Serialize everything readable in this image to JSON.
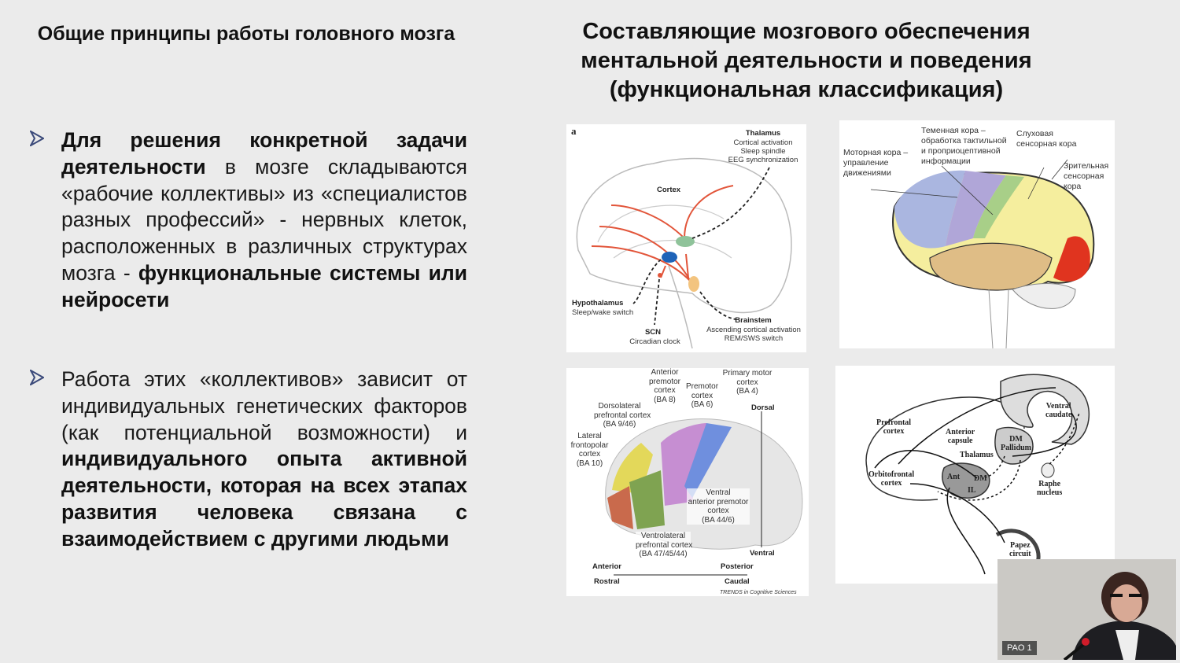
{
  "slide": {
    "title_left": "Общие принципы работы головного мозга",
    "title_right": "Составляющие мозгового обеспечения ментальной деятельности и поведения (функциональная классификация)",
    "bullets": [
      {
        "parts": [
          {
            "bold": true,
            "text": "Для решения конкретной задачи деятельности"
          },
          {
            "bold": false,
            "text": " в мозге складываются «рабочие коллективы» из «специалистов разных профессий» - нервных клеток, расположенных в различных структурах мозга - "
          },
          {
            "bold": true,
            "text": "функциональные системы или нейросети"
          }
        ]
      },
      {
        "parts": [
          {
            "bold": false,
            "text": "Работа этих «коллективов» зависит от индивидуальных генетических факторов (как потенциальной возможности) и "
          },
          {
            "bold": true,
            "text": "индивидуального опыта активной деятельности, которая на всех этапах развития человека связана с взаимодействием с другими людьми"
          }
        ]
      }
    ]
  },
  "figure1": {
    "panel": "a",
    "thalamus": "Thalamus",
    "thalamus_desc": [
      "Cortical activation",
      "Sleep spindle",
      "EEG synchronization"
    ],
    "cortex": "Cortex",
    "hypothalamus": "Hypothalamus",
    "hypothalamus_desc": "Sleep/wake switch",
    "scn": "SCN",
    "scn_desc": "Circadian clock",
    "brainstem": "Brainstem",
    "brainstem_desc": [
      "Ascending cortical activation",
      "REM/SWS switch"
    ]
  },
  "figure2": {
    "motor": [
      "Моторная кора –",
      "управление",
      "движениями"
    ],
    "parietal": [
      "Теменная кора –",
      "обработка тактильной",
      "и проприоцептивной",
      "информации"
    ],
    "auditory": [
      "Слуховая",
      "сенсорная кора"
    ],
    "visual": [
      "Зрительная",
      "сенсорная",
      "кора"
    ]
  },
  "figure3": {
    "anterior_premotor": [
      "Anterior",
      "premotor",
      "cortex",
      "(BA 8)"
    ],
    "premotor": [
      "Premotor",
      "cortex",
      "(BA 6)"
    ],
    "primary_motor": [
      "Primary motor",
      "cortex",
      "(BA 4)"
    ],
    "dlpfc": [
      "Dorsolateral",
      "prefrontal cortex",
      "(BA 9/46)"
    ],
    "frontopolar": [
      "Lateral",
      "frontopolar",
      "cortex",
      "(BA 10)"
    ],
    "ventral_premotor": [
      "Ventral",
      "anterior premotor",
      "cortex",
      "(BA 44/6)"
    ],
    "vlpfc": [
      "Ventrolateral",
      "prefrontal cortex",
      "(BA 47/45/44)"
    ],
    "dorsal": "Dorsal",
    "ventral": "Ventral",
    "anterior": "Anterior",
    "rostral": "Rostral",
    "posterior": "Posterior",
    "caudal": "Caudal",
    "credit": "TRENDS in Cognitive Sciences"
  },
  "figure4": {
    "prefrontal": [
      "Prefrontal",
      "cortex"
    ],
    "anterior_capsule": [
      "Anterior",
      "capsule"
    ],
    "thalamus": "Thalamus",
    "orbitofrontal": [
      "Orbitofrontal",
      "cortex"
    ],
    "ant": "Ant",
    "dm": "DM",
    "il": "IL",
    "dm_pallidum": [
      "DM",
      "Pallidum"
    ],
    "ventral_caudate": [
      "Ventral",
      "caudate"
    ],
    "raphe": [
      "Raphe",
      "nucleus"
    ],
    "papez": [
      "Papez",
      "circuit"
    ]
  },
  "webcam": {
    "label": "PAO 1"
  },
  "colors": {
    "background": "#ebebeb",
    "bullet": "#3b4a7a",
    "arrow": "#e2553a"
  }
}
